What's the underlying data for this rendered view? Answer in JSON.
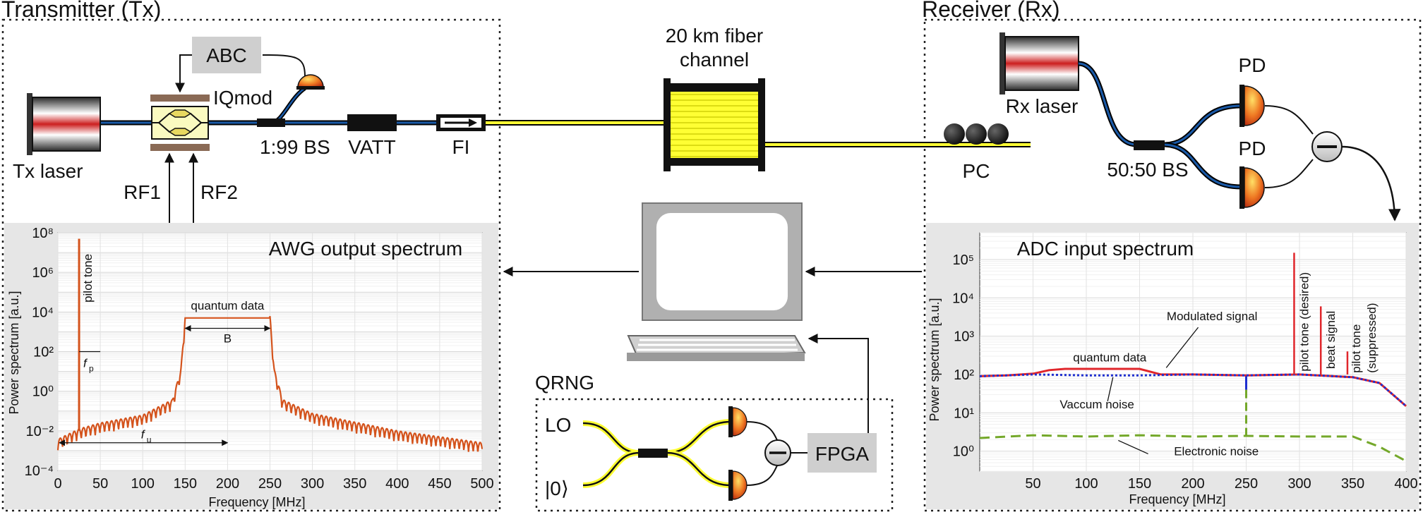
{
  "sections": {
    "tx": "Transmitter (Tx)",
    "rx": "Receiver (Rx)",
    "qrng": "QRNG",
    "fiber_1": "20 km fiber",
    "fiber_2": "channel"
  },
  "components": {
    "abc": "ABC",
    "iqmod": "IQmod",
    "tx_laser": "Tx laser",
    "bs_tx": "1:99 BS",
    "vatt": "VATT",
    "fi": "FI",
    "rf1": "RF1",
    "rf2": "RF2",
    "rx_laser": "Rx laser",
    "pd_top": "PD",
    "pd_bottom": "PD",
    "pc": "PC",
    "bs_rx": "50:50 BS",
    "lo": "LO",
    "vacuum": "|0⟩",
    "fpga": "FPGA"
  },
  "colors": {
    "awg_trace": "#d4531c",
    "quantum_red": "#e0262b",
    "vacuum_blue": "#1f2fd0",
    "electronic_green": "#74a82a",
    "fiber_yellow": "#ffff33",
    "fiber_blue": "#1a5aa8",
    "panel_grey": "#e6e6e6"
  },
  "awg_chart": {
    "title": "AWG output spectrum",
    "xlabel": "Frequency [MHz]",
    "ylabel": "Power spectrum [a.u.]",
    "xticks": [
      "0",
      "50",
      "100",
      "150",
      "200",
      "250",
      "300",
      "350",
      "400",
      "450",
      "500"
    ],
    "yticks": [
      "10⁻⁴",
      "10⁻²",
      "10⁰",
      "10²",
      "10⁴",
      "10⁶",
      "10⁸"
    ],
    "pilot_label": "pilot tone",
    "fp_label": "f",
    "fp_sub": "p",
    "fu_label": "f",
    "fu_sub": "u",
    "quantum_label": "quantum data",
    "b_label": "B"
  },
  "adc_chart": {
    "title": "ADC input spectrum",
    "xlabel": "Frequency [MHz]",
    "ylabel": "Power spectrum [a.u.]",
    "xticks": [
      "50",
      "100",
      "150",
      "200",
      "250",
      "300",
      "350",
      "400"
    ],
    "yticks": [
      "10⁰",
      "10¹",
      "10²",
      "10³",
      "10⁴",
      "10⁵"
    ],
    "modulated_label": "Modulated signal",
    "quantum_label": "quantum data",
    "vacuum_label": "Vaccum noise",
    "electronic_label": "Electronic noise",
    "pilot_desired_label": "pilot tone (desired)",
    "beat_label": "beat signal",
    "pilot_suppressed_1": "pilot tone",
    "pilot_suppressed_2": "(suppressed)"
  },
  "chart_data": [
    {
      "type": "line",
      "title": "AWG output spectrum",
      "xlabel": "Frequency [MHz]",
      "ylabel": "Power spectrum [a.u.]",
      "xlim": [
        0,
        500
      ],
      "ylim": [
        0.0001,
        100000000
      ],
      "yscale": "log",
      "series": [
        {
          "x": [
            0,
            25,
            50,
            100,
            135,
            145,
            150,
            200,
            250,
            255,
            265,
            300,
            400,
            500
          ],
          "y": [
            0.003,
            0.01,
            0.02,
            0.05,
            0.3,
            10,
            5000,
            5000,
            5000,
            10,
            0.3,
            0.06,
            0.008,
            0.002
          ]
        }
      ],
      "peaks": [
        {
          "x": 25,
          "y": 50000000
        }
      ],
      "annotations": [
        "pilot tone",
        "quantum data",
        "B",
        "f_p",
        "f_u"
      ]
    },
    {
      "type": "line",
      "title": "ADC input spectrum",
      "xlabel": "Frequency [MHz]",
      "ylabel": "Power spectrum [a.u.]",
      "xlim": [
        0,
        400
      ],
      "ylim": [
        0.3,
        500000
      ],
      "yscale": "log",
      "series": [
        {
          "name": "Modulated signal",
          "x": [
            0,
            25,
            50,
            65,
            80,
            120,
            150,
            170,
            200,
            250,
            300,
            350,
            375,
            400
          ],
          "y": [
            90,
            95,
            105,
            130,
            140,
            140,
            140,
            100,
            100,
            95,
            100,
            85,
            60,
            15
          ]
        },
        {
          "name": "Vaccum noise",
          "x": [
            0,
            25,
            50,
            100,
            150,
            200,
            250,
            300,
            350,
            375,
            400
          ],
          "y": [
            90,
            95,
            100,
            95,
            95,
            100,
            95,
            100,
            85,
            60,
            15
          ]
        },
        {
          "name": "Electronic noise",
          "x": [
            0,
            50,
            100,
            150,
            200,
            250,
            300,
            350,
            375,
            400
          ],
          "y": [
            2.2,
            2.6,
            2.4,
            2.6,
            2.4,
            2.5,
            2.4,
            2.4,
            1.3,
            0.55
          ]
        }
      ],
      "peaks": [
        {
          "x": 250,
          "y": 40,
          "name": "Electronic noise spike"
        },
        {
          "x": 295,
          "y": 150000,
          "name": "pilot tone (desired)"
        },
        {
          "x": 320,
          "y": 6000,
          "name": "beat signal"
        },
        {
          "x": 345,
          "y": 400,
          "name": "pilot tone (suppressed)"
        }
      ],
      "annotations": [
        "quantum data",
        "Modulated signal",
        "Vaccum noise",
        "Electronic noise",
        "pilot tone (desired)",
        "beat signal",
        "pilot tone (suppressed)"
      ]
    }
  ]
}
